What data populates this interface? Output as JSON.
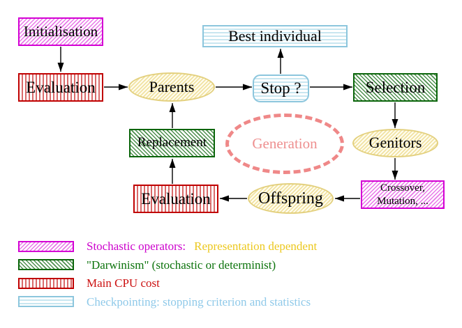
{
  "diagram": {
    "nodes": {
      "initialisation": "Initialisation",
      "evaluation_top": "Evaluation",
      "parents": "Parents",
      "best_individual": "Best individual",
      "stop": "Stop ?",
      "selection": "Selection",
      "genitors": "Genitors",
      "crossover_line1": "Crossover,",
      "crossover_line2": "Mutation, ...",
      "offspring": "Offspring",
      "evaluation_bottom": "Evaluation",
      "replacement": "Replacement",
      "generation": "Generation"
    },
    "legend": {
      "stochastic_label": "Stochastic operators:",
      "stochastic_suffix": "Representation dependent",
      "darwinism_label": "\"Darwinism\" (stochastic or determinist)",
      "cpu_label": "Main CPU cost",
      "checkpointing_label": "Checkpointing: stopping criterion and statistics"
    },
    "colors": {
      "stochastic_magenta": "#cc00cc",
      "representation_gold": "#ecc81e",
      "darwinism_green": "#0c730c",
      "cpu_red": "#cc1111",
      "checkpointing_blue": "#8fc9e9",
      "generation_salmon": "#ee8f8f",
      "node_yellow_border": "#e3d07e",
      "arrow_black": "#000000"
    }
  }
}
